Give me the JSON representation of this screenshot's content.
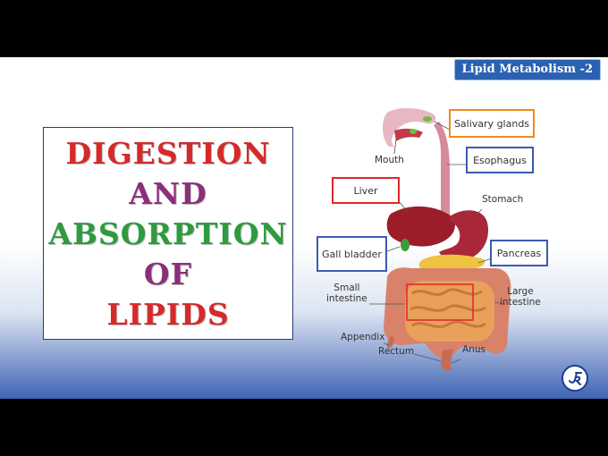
{
  "header": {
    "badge": "Lipid Metabolism -2"
  },
  "title": {
    "lines": [
      {
        "text": "DIGESTION",
        "color": "#d42a2a"
      },
      {
        "text": "AND",
        "color": "#8b2f7a"
      },
      {
        "text": "ABSORPTION",
        "color": "#2e9b3e"
      },
      {
        "text": "OF",
        "color": "#8b2f7a"
      },
      {
        "text": "LIPIDS",
        "color": "#d42a2a"
      }
    ]
  },
  "diagram": {
    "labels": {
      "salivary_glands": "Salivary glands",
      "mouth": "Mouth",
      "esophagus": "Esophagus",
      "liver": "Liver",
      "stomach": "Stomach",
      "gall_bladder": "Gall bladder",
      "pancreas": "Pancreas",
      "small_intestine": "Small\nintestine",
      "large_intestine": "Large\nintestine",
      "appendix": "Appendix",
      "rectum": "Rectum",
      "anus": "Anus"
    },
    "box_colors": {
      "orange": "#f08a1d",
      "blue": "#3a5bb0",
      "red": "#e0262a"
    }
  },
  "logo": {
    "icon": "jr-logo-icon"
  }
}
